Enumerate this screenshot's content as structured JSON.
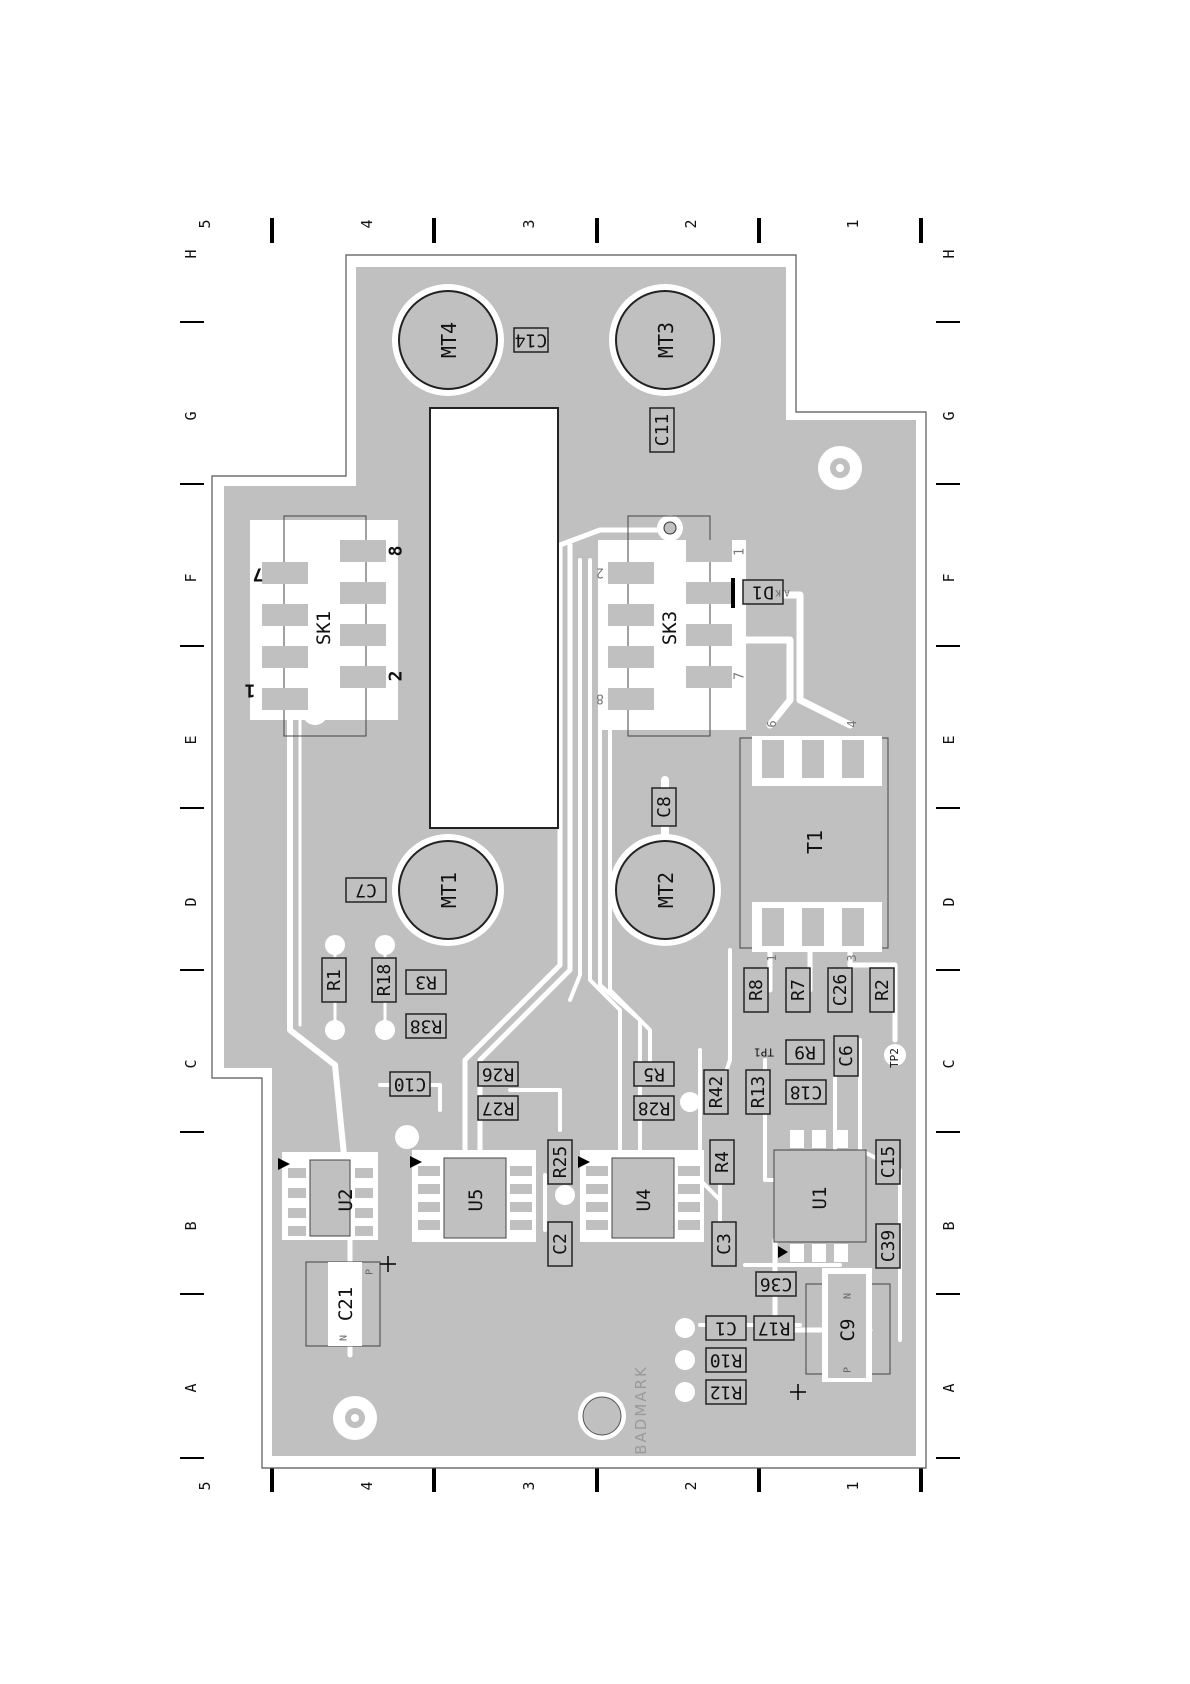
{
  "border": {
    "row_labels": [
      "H",
      "G",
      "F",
      "E",
      "D",
      "C",
      "B",
      "A"
    ],
    "column_labels": [
      "5",
      "4",
      "3",
      "2",
      "1"
    ]
  },
  "board": {
    "watermark": "BADMARK",
    "board_color": "#c0c0c0",
    "trace_color": "#ffffff",
    "label_color": "#111111"
  },
  "components": {
    "MT4": "MT4",
    "MT3": "MT3",
    "MT1": "MT1",
    "MT2": "MT2",
    "C14": "C14",
    "C11": "C11",
    "C7": "C7",
    "C8": "C8",
    "SK1": "SK1",
    "SK3": "SK3",
    "T1": "T1",
    "D1": "D1",
    "R1": "R1",
    "R18": "R18",
    "R3": "R3",
    "R38": "R38",
    "C10": "C10",
    "R26": "R26",
    "R27": "R27",
    "R5": "R5",
    "R28": "R28",
    "R8": "R8",
    "R7": "R7",
    "C26": "C26",
    "R2": "R2",
    "R9": "R9",
    "C6": "C6",
    "TP1": "TP1",
    "TP2": "TP2",
    "R42": "R42",
    "R13": "R13",
    "C18": "C18",
    "U2": "U2",
    "U5": "U5",
    "R25": "R25",
    "U4": "U4",
    "R4": "R4",
    "U1": "U1",
    "C15": "C15",
    "C2": "C2",
    "C3": "C3",
    "C39": "C39",
    "C36": "C36",
    "C21": "C21",
    "C1": "C1",
    "R17": "R17",
    "R10": "R10",
    "R12": "R12",
    "C9": "C9"
  },
  "pin_labels": {
    "sk1_pin7": "7",
    "sk1_pin8": "8",
    "sk1_pin1": "1",
    "sk1_pin2": "2",
    "sk3_pin1": "1",
    "sk3_pin2": "2",
    "sk3_pin7": "7",
    "sk3_pin8": "8",
    "t1_pin6": "6",
    "t1_pin4": "4",
    "t1_pin1": "1",
    "t1_pin3": "3",
    "c21_p": "P",
    "c21_n": "N",
    "c9_n": "N",
    "c9_p": "P",
    "d1_k": "K",
    "d1_a": "A"
  }
}
